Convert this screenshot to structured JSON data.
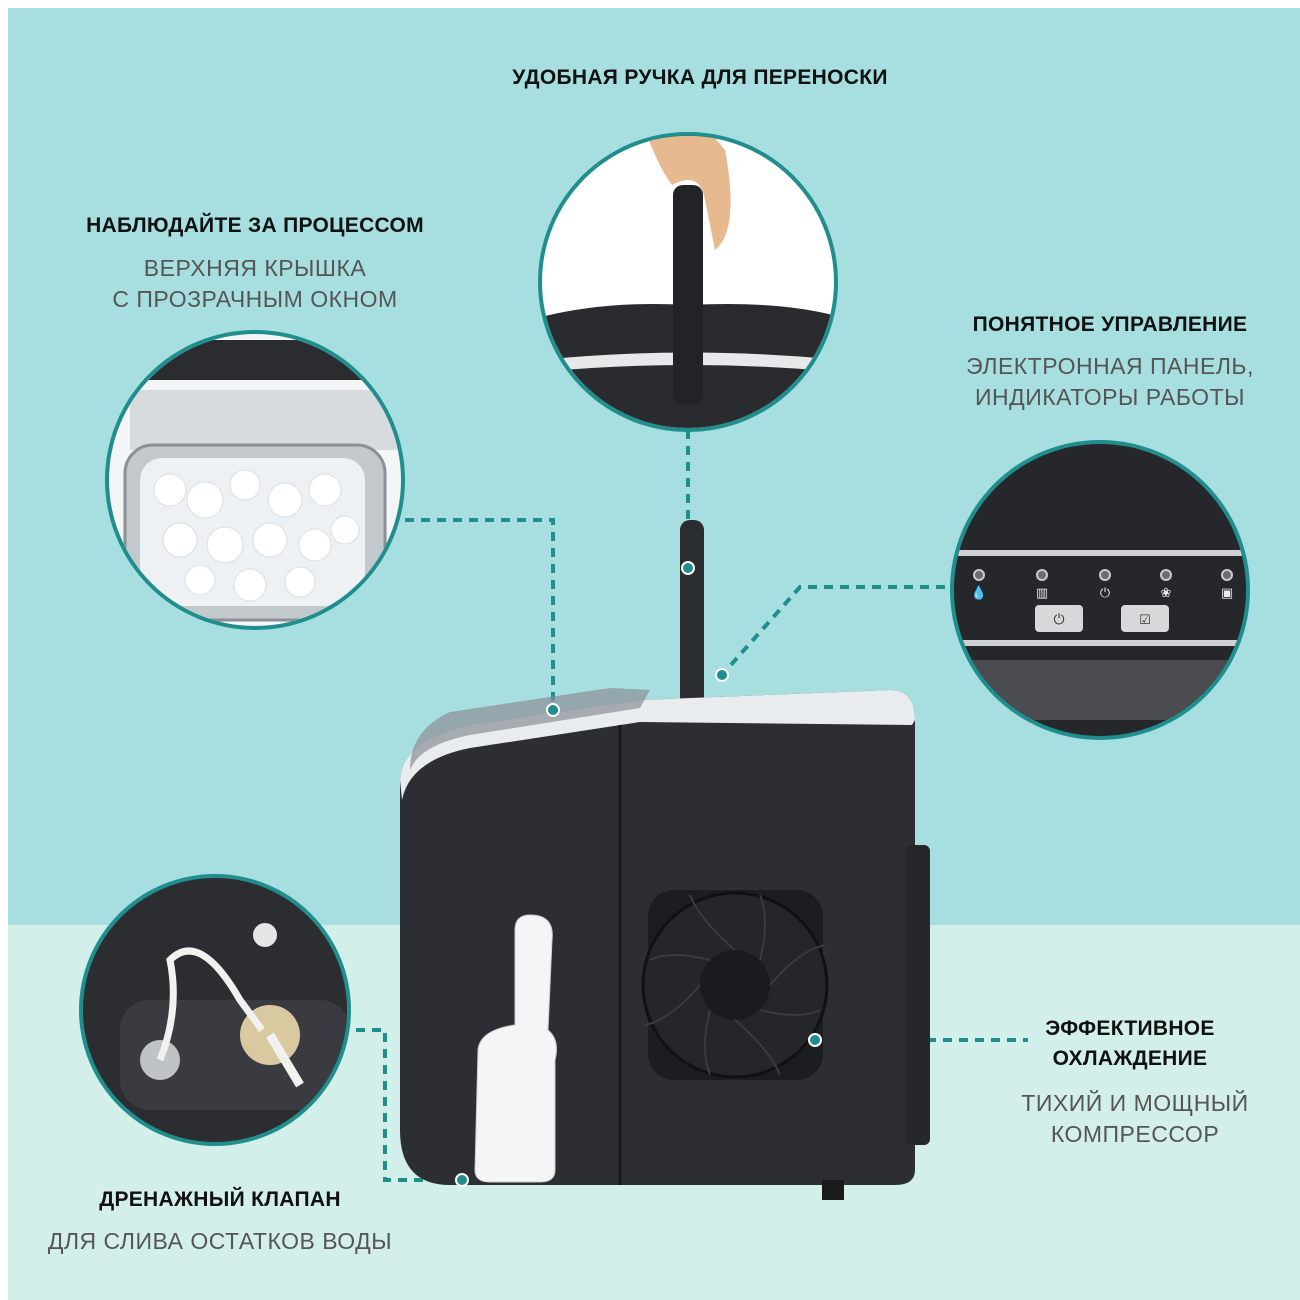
{
  "features": {
    "handle": {
      "title": "УДОБНАЯ РУЧКА ДЛЯ ПЕРЕНОСКИ"
    },
    "window": {
      "title": "НАБЛЮДАЙТЕ ЗА ПРОЦЕССОМ",
      "line1": "ВЕРХНЯЯ КРЫШКА",
      "line2": "С ПРОЗРАЧНЫМ ОКНОМ"
    },
    "control": {
      "title": "ПОНЯТНОЕ УПРАВЛЕНИЕ",
      "line1": "ЭЛЕКТРОННАЯ ПАНЕЛЬ,",
      "line2": "ИНДИКАТОРЫ РАБОТЫ"
    },
    "cooling": {
      "title1": "ЭФФЕКТИВНОЕ",
      "title2": "ОХЛАЖДЕНИЕ",
      "line1": "ТИХИЙ И МОЩНЫЙ",
      "line2": "КОМПРЕССОР"
    },
    "drain": {
      "title": "ДРЕНАЖНЫЙ КЛАПАН",
      "line1": "ДЛЯ СЛИВА ОСТАТКОВ ВОДЫ"
    }
  },
  "panel_icons": [
    "water-drop-icon",
    "ice-basket-icon",
    "power-icon",
    "ice-size-icon",
    "ice-full-icon"
  ],
  "colors": {
    "accent": "#1f8e8c",
    "background": "#a7dfe0",
    "floor": "#d3efe9"
  }
}
